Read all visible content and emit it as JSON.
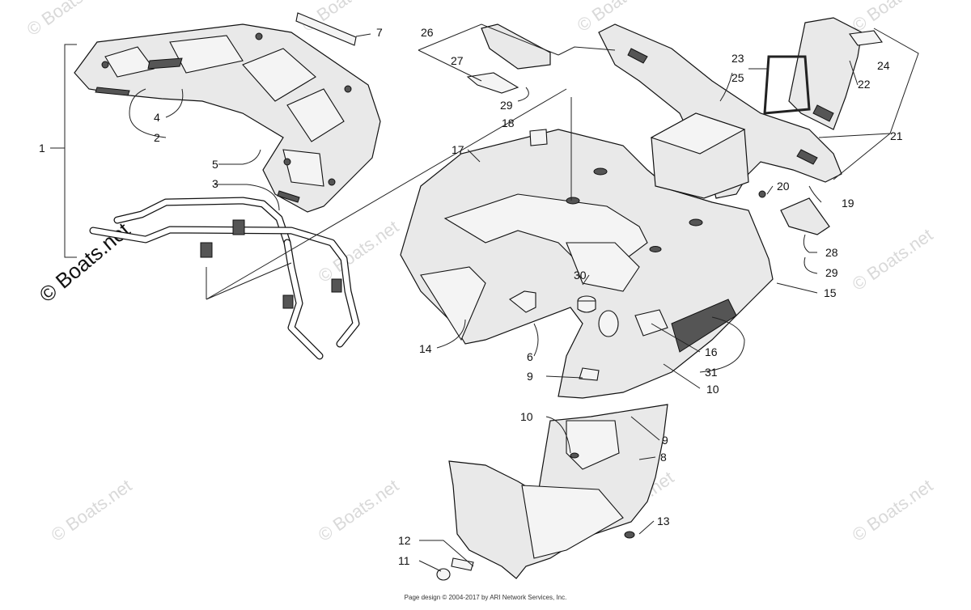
{
  "watermark": "© Boats.net",
  "footer": "Page design © 2004-2017 by ARI Network Services, Inc.",
  "callouts": {
    "c1": "1",
    "c2": "2",
    "c3": "3",
    "c4": "4",
    "c5": "5",
    "c6": "6",
    "c7": "7",
    "c8": "8",
    "c9a": "9",
    "c9b": "9",
    "c10a": "10",
    "c10b": "10",
    "c11": "11",
    "c12": "12",
    "c13": "13",
    "c14": "14",
    "c15": "15",
    "c16": "16",
    "c17": "17",
    "c18": "18",
    "c19": "19",
    "c20": "20",
    "c21": "21",
    "c22": "22",
    "c23": "23",
    "c24": "24",
    "c25": "25",
    "c26": "26",
    "c27": "27",
    "c28": "28",
    "c29a": "29",
    "c29b": "29",
    "c30": "30",
    "c31": "31"
  }
}
